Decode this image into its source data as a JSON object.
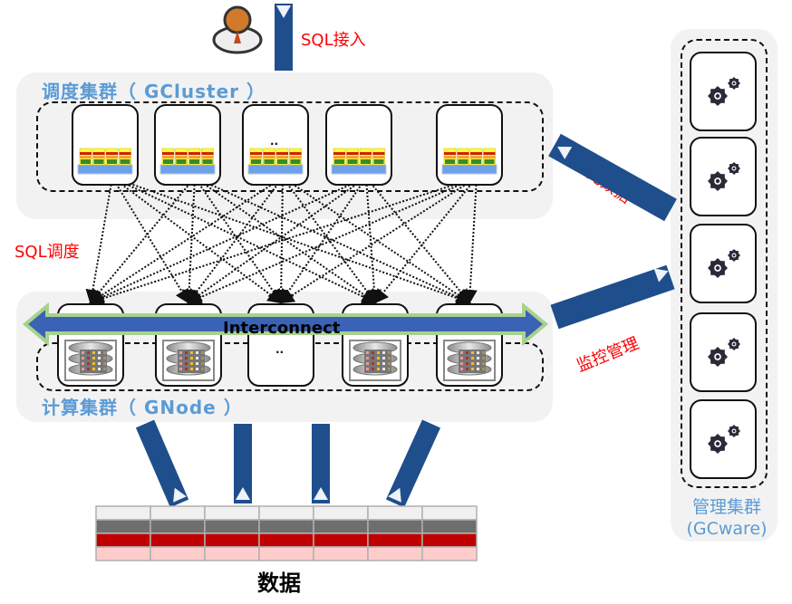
{
  "title": "GBase 8a MPP cluster architecture",
  "labels": {
    "sql_access": "SQL接入",
    "sql_dispatch": "SQL调度",
    "fetch_metadata": "获取元数据",
    "monitor_manage": "监控管理",
    "interconnect": "Interconnect",
    "data": "数据"
  },
  "gcluster": {
    "title": "调度集群（ GCluster ）",
    "node_count": 5,
    "ellipsis": "..",
    "ellipsis_node_index": 2
  },
  "gnode": {
    "title": "计算集群（ GNode ）",
    "node_count": 5,
    "ellipsis": "..",
    "ellipsis_node_index": 2
  },
  "gcware": {
    "title_line1": "管理集群",
    "title_line2": "(GCware)",
    "node_count": 5
  },
  "data_table": {
    "columns": 7,
    "row_colors": [
      "#f0f0f0",
      "#6e6e6e",
      "#c00000",
      "#ffcccc"
    ]
  },
  "colors": {
    "panel_bg": "#f2f2f2",
    "label_blue": "#5b9bd5",
    "label_red": "#ff0000",
    "arrow_navy": "#1f4e8c",
    "interconnect_fill": "#3a63b5",
    "interconnect_border": "#a9d18e"
  }
}
